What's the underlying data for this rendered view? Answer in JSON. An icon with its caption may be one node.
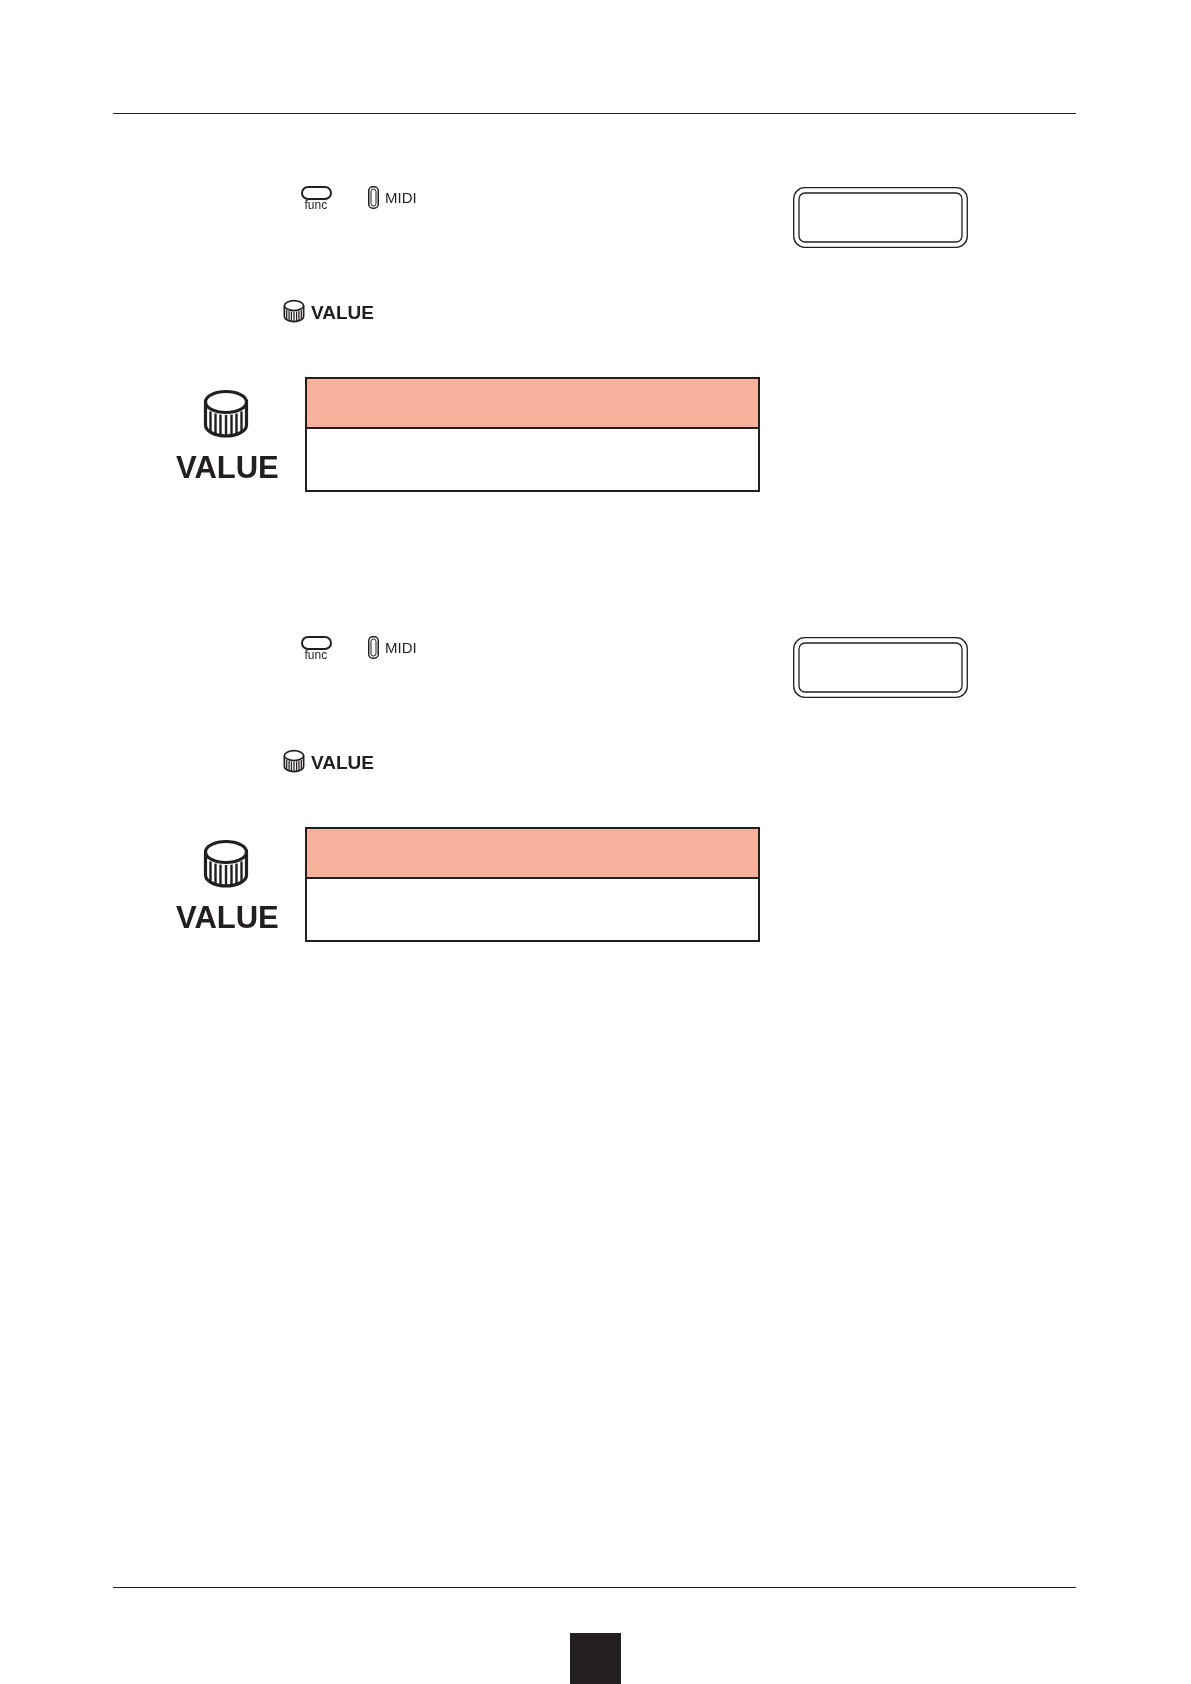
{
  "diagram": {
    "labels": [
      "func",
      "MIDI",
      "VALUE",
      "VALUE",
      "func",
      "MIDI",
      "VALUE",
      "VALUE"
    ]
  }
}
